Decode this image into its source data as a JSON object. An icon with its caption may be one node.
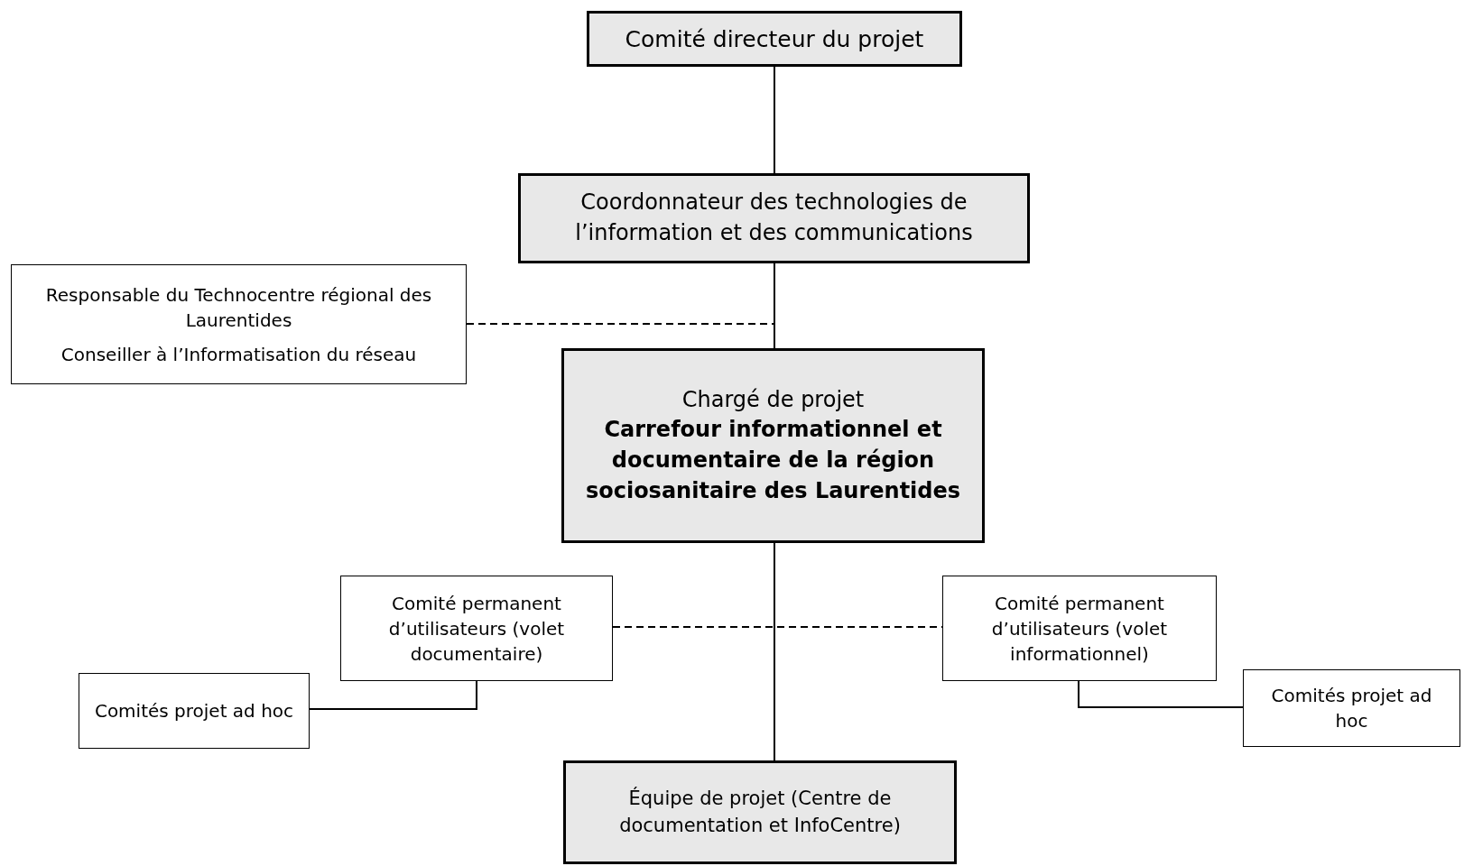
{
  "diagram": {
    "nodes": [
      {
        "text": [
          "Comité directeur du projet"
        ]
      },
      {
        "text": [
          "Coordonnateur des technologies de l’information et des communications"
        ]
      },
      {
        "text": [
          "Responsable du Technocentre régional des Laurentides",
          "Conseiller à l’Informatisation du réseau"
        ]
      },
      {
        "text": [
          "Chargé de projet",
          "Carrefour informationnel et documentaire de la région sociosanitaire des Laurentides"
        ]
      },
      {
        "text": [
          "Comité permanent d’utilisateurs (volet documentaire)"
        ]
      },
      {
        "text": [
          "Comités projet ad hoc"
        ]
      },
      {
        "text": [
          "Comité permanent d’utilisateurs (volet informationnel)"
        ]
      },
      {
        "text": [
          "Comités projet ad hoc"
        ]
      },
      {
        "text": [
          "Équipe de projet (Centre de documentation et InfoCentre)"
        ]
      }
    ],
    "edges": [
      {
        "from": 0,
        "to": 1,
        "arrow": "none"
      },
      {
        "from": 1,
        "to": 3,
        "arrow": "none"
      },
      {
        "from": 2,
        "to": 1,
        "arrow": "none",
        "style": "dashed"
      },
      {
        "from": 3,
        "to": 8,
        "arrow": "none"
      },
      {
        "from": 4,
        "to": 6,
        "arrow": "none",
        "style": "dashed"
      },
      {
        "from": 4,
        "to": 5,
        "arrow": "none"
      },
      {
        "from": 6,
        "to": 7,
        "arrow": "none"
      }
    ]
  }
}
